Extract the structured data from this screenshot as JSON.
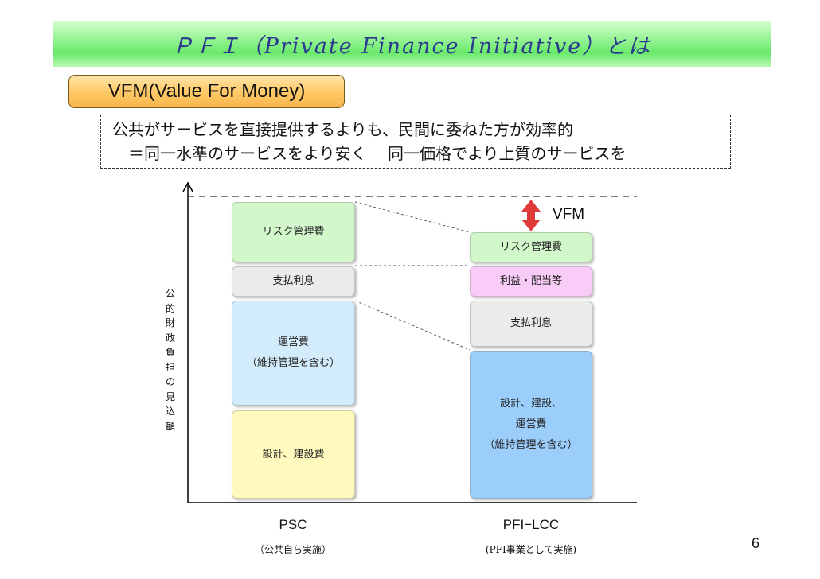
{
  "title": "ＰＦＩ（Private Finance Initiative）とは",
  "section_tag": "VFM(Value For Money)",
  "definition": {
    "line1": "公共がサービスを直接提供するよりも、民間に委ねた方が効率的",
    "line2": "　＝同一水準のサービスをより安く　 同一価格でより上質のサービスを"
  },
  "chart_data": {
    "type": "bar",
    "stacked": true,
    "ylabel": "公的財政負担の見込額",
    "categories": [
      {
        "name": "PSC",
        "sub": "（公共自ら実施）"
      },
      {
        "name": "PFI−LCC",
        "sub": "(PFI事業として実施)"
      }
    ],
    "psc_segments": [
      {
        "label": "設計、建設費",
        "color": "#fffbbf"
      },
      {
        "label": "運営費\n（維持管理を含む）",
        "color": "#d3ecfb"
      },
      {
        "label": "支払利息",
        "color": "#ebebeb"
      },
      {
        "label": "リスク管理費",
        "color": "#d1f7cb"
      }
    ],
    "lcc_segments": [
      {
        "label": "設計、建設、\n運営費\n（維持管理を含む）",
        "color": "#9ccefb"
      },
      {
        "label": "支払利息",
        "color": "#ebebeb"
      },
      {
        "label": "利益・配当等",
        "color": "#f9ccf7"
      },
      {
        "label": "リスク管理費",
        "color": "#d1f7cb"
      }
    ],
    "difference_label": "VFM",
    "arrow_color": "#e03b3b"
  },
  "page_number": "6"
}
